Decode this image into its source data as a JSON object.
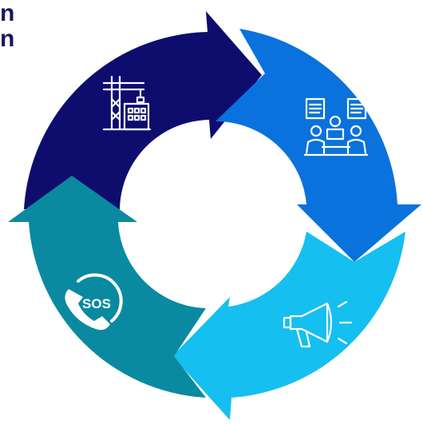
{
  "heading": {
    "line1": "n",
    "line2": "n",
    "color": "#1a1560"
  },
  "cycle": {
    "segments": [
      {
        "name": "construction",
        "color": "#0e0d6e",
        "icon": "construction-crane-icon"
      },
      {
        "name": "meeting",
        "color": "#0a72dc",
        "icon": "team-meeting-icon"
      },
      {
        "name": "announcement",
        "color": "#15bff0",
        "icon": "megaphone-icon"
      },
      {
        "name": "emergency",
        "color": "#0a8aa0",
        "icon": "sos-phone-icon"
      }
    ],
    "sos_label": "SOS"
  }
}
